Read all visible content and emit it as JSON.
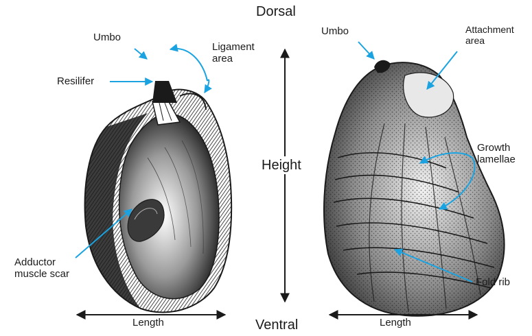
{
  "title_top": "Dorsal",
  "title_bottom": "Ventral",
  "axis_height_label": "Height",
  "left_shell": {
    "umbo": "Umbo",
    "ligament_area": [
      "Ligament",
      "area"
    ],
    "resilifer": "Resilifer",
    "adductor_muscle_scar": [
      "Adductor",
      "muscle scar"
    ],
    "length": "Length"
  },
  "right_shell": {
    "umbo": "Umbo",
    "attachment_area": [
      "Attachment",
      "area"
    ],
    "growth_lamellae": [
      "Growth",
      "lamellae"
    ],
    "fold_rib": "Fold rib",
    "length": "Length"
  },
  "colors": {
    "callout_arrow": "#1aa3e0",
    "ink": "#1a1a1a",
    "background": "#ffffff"
  }
}
